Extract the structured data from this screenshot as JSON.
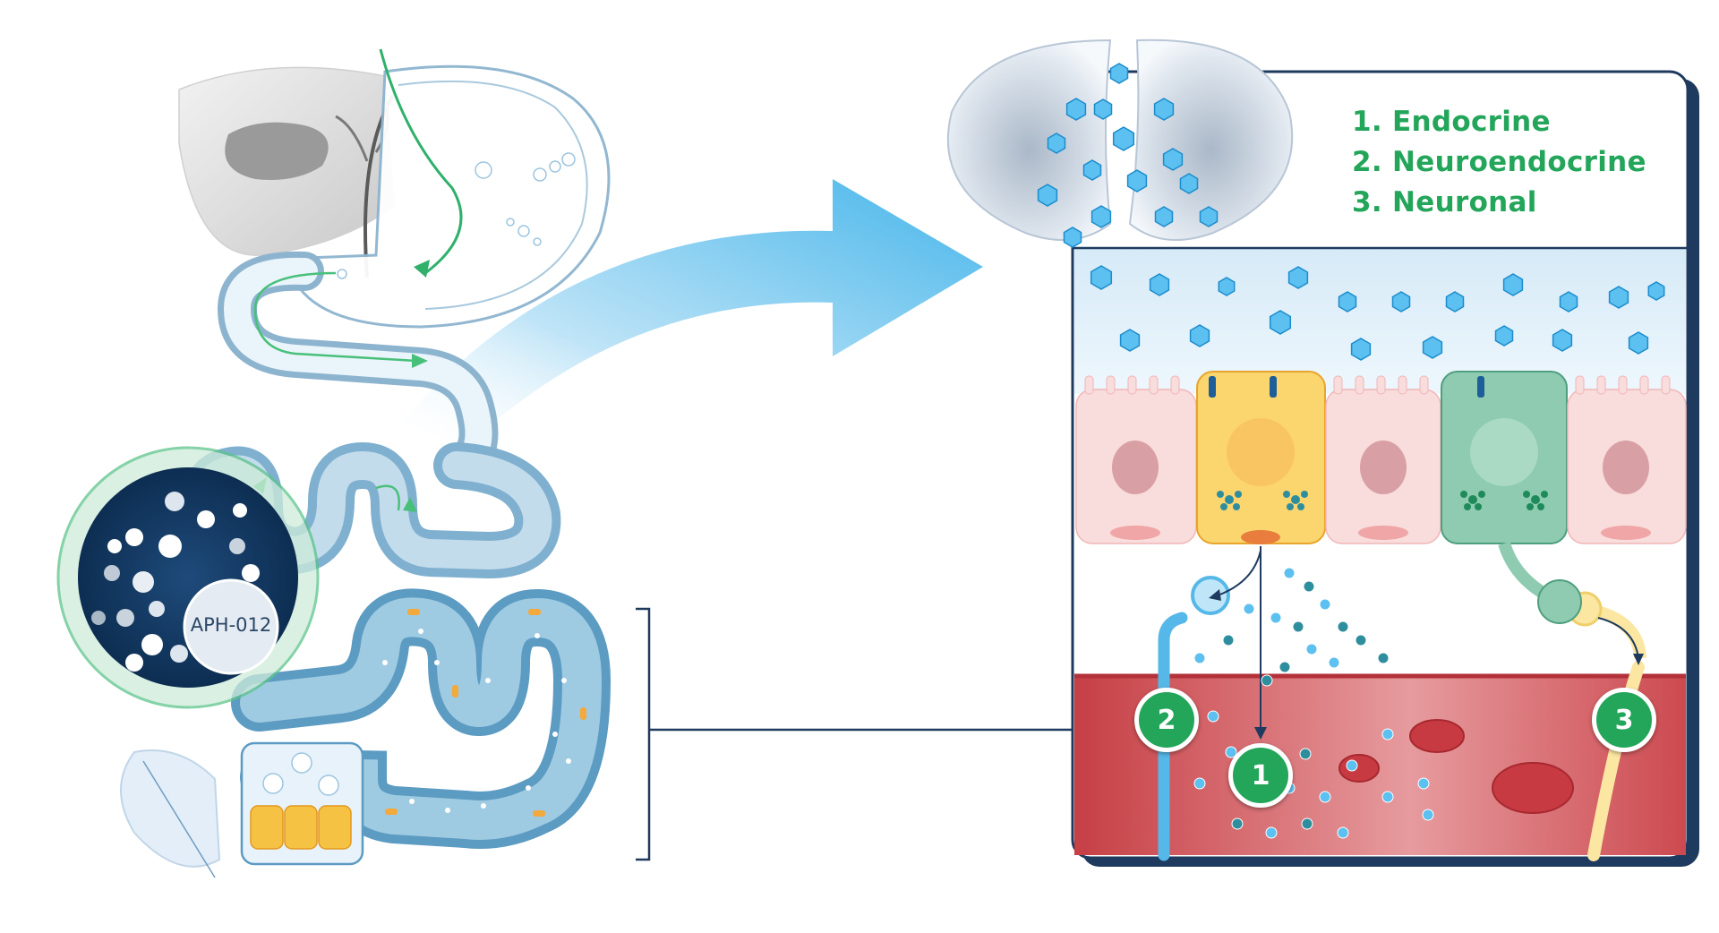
{
  "legend": {
    "item1": "1. Endocrine",
    "item2": "2. Neuroendocrine",
    "item3": "3. Neuronal"
  },
  "badges": {
    "b1": "1",
    "b2": "2",
    "b3": "3"
  },
  "capsule": {
    "label": "APH-012"
  },
  "colors": {
    "green": "#23a55a",
    "navy": "#1f3a5f",
    "arrow_blue": "#45b5ea",
    "tissue_red": "#c94a4f",
    "enteroendocrine_yellow": "#f6c244",
    "neuroendocrine_green": "#7ec4a6",
    "gut_blue": "#5c9bc2"
  }
}
